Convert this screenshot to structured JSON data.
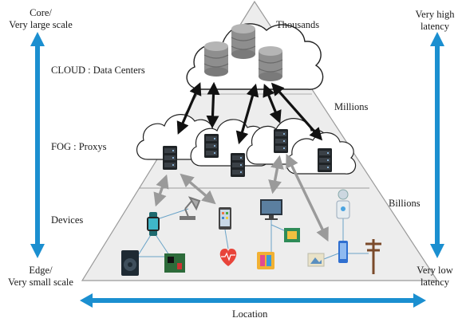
{
  "left_axis": {
    "top_label": "Core/\nVery large scale",
    "bottom_label": "Edge/\nVery small scale"
  },
  "right_axis": {
    "top_label": "Very high\nlatency",
    "bottom_label": "Very low\nlatency"
  },
  "bottom_axis": {
    "label": "Location"
  },
  "layers": [
    {
      "label": "CLOUD : Data Centers",
      "count": "Thousands"
    },
    {
      "label": "FOG : Proxys",
      "count": "Millions"
    },
    {
      "label": "Devices",
      "count": "Billions"
    }
  ],
  "colors": {
    "axis_arrow": "#1b8fd0",
    "pyramid_fill": "#ededed",
    "pyramid_stroke": "#9a9a9a",
    "server": "#1f2326",
    "database": "#8e8e8e",
    "link_dark": "#111111",
    "link_light": "#9a9a9a"
  },
  "icons": [
    "database-icon",
    "server-icon",
    "smartwatch-icon",
    "desk-lamp-icon",
    "smartphone-icon",
    "heart-monitor-icon",
    "monitor-icon",
    "tablet-icon",
    "chip-icon",
    "speaker-icon",
    "circuit-board-icon",
    "thermostat-icon",
    "utility-pole-icon",
    "robot-icon",
    "photo-frame-icon"
  ]
}
